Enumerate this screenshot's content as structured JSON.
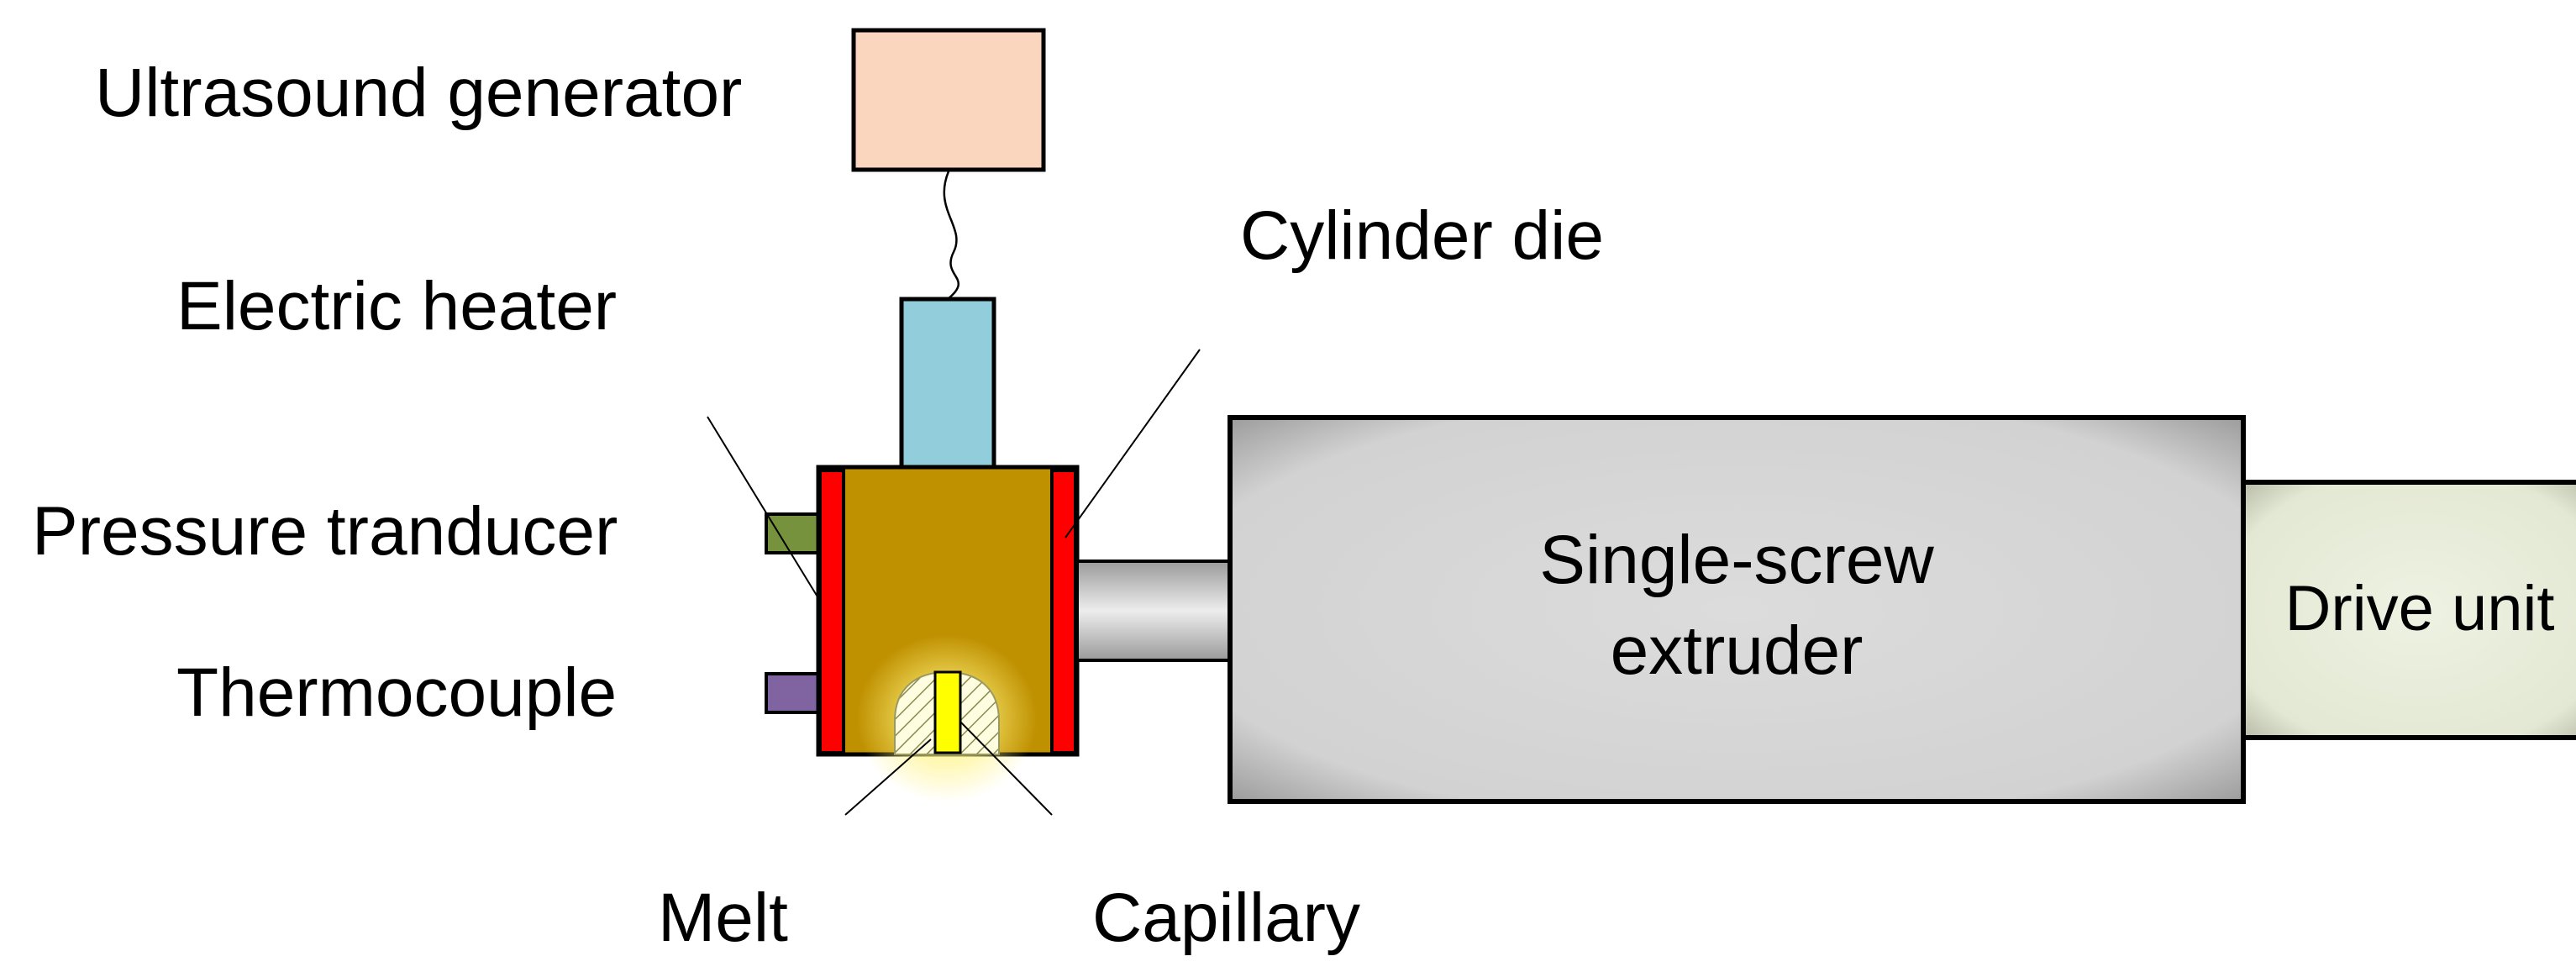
{
  "labels": {
    "ultrasound_generator": "Ultrasound generator",
    "electric_heater": "Electric heater",
    "pressure_transducer": "Pressure tranducer",
    "thermocouple": "Thermocouple",
    "cylinder_die": "Cylinder die",
    "melt": "Melt",
    "capillary": "Capillary",
    "extruder_line1": "Single-screw",
    "extruder_line2": "extruder",
    "drive_unit": "Drive unit"
  },
  "colors": {
    "ultrasound_generator": "#FAD6BE",
    "electric_heater": "#92CDDC",
    "cylinder_die": "#BF9000",
    "heater_band": "#FF0000",
    "pressure_transducer": "#76923C",
    "thermocouple": "#8064A2",
    "capillary": "#FFFF00",
    "extruder": "#D9D9D9",
    "drive_unit": "#EBF1DE",
    "outline": "#000000"
  }
}
